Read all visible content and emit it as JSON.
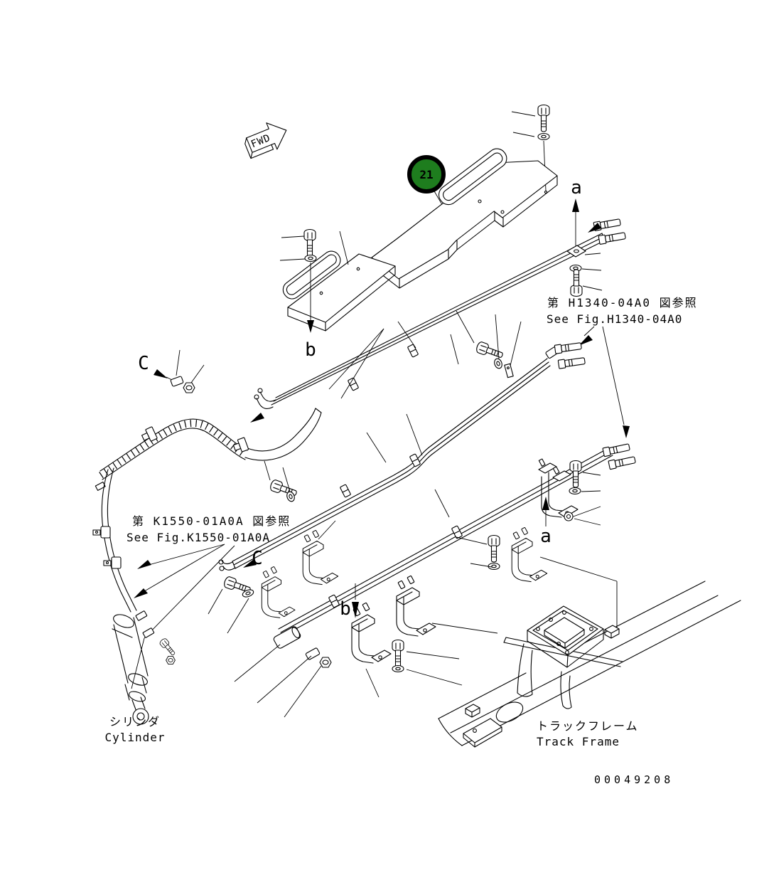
{
  "document": {
    "code": "00049208"
  },
  "flags": {
    "fwd": "FWD"
  },
  "callouts": {
    "part_21": "21"
  },
  "references": {
    "h1340_jp": "第 H1340-04A0 図参照",
    "h1340_en": "See Fig.H1340-04A0",
    "k1550_jp": "第 K1550-01A0A 図参照",
    "k1550_en": "See Fig.K1550-01A0A"
  },
  "labels": {
    "cylinder_jp": "シリンダ",
    "cylinder_en": "Cylinder",
    "track_frame_jp": "トラックフレーム",
    "track_frame_en": "Track Frame"
  },
  "markers": {
    "a_top": "a",
    "a_bottom": "a",
    "b_top": "b",
    "b_bottom": "b",
    "c_left": "C",
    "c_middle": "C"
  },
  "colors": {
    "line": "#000000",
    "background": "#ffffff",
    "balloon_fill": "#1e7d1e",
    "balloon_ring": "#000000",
    "balloon_text": "#ffffff"
  }
}
